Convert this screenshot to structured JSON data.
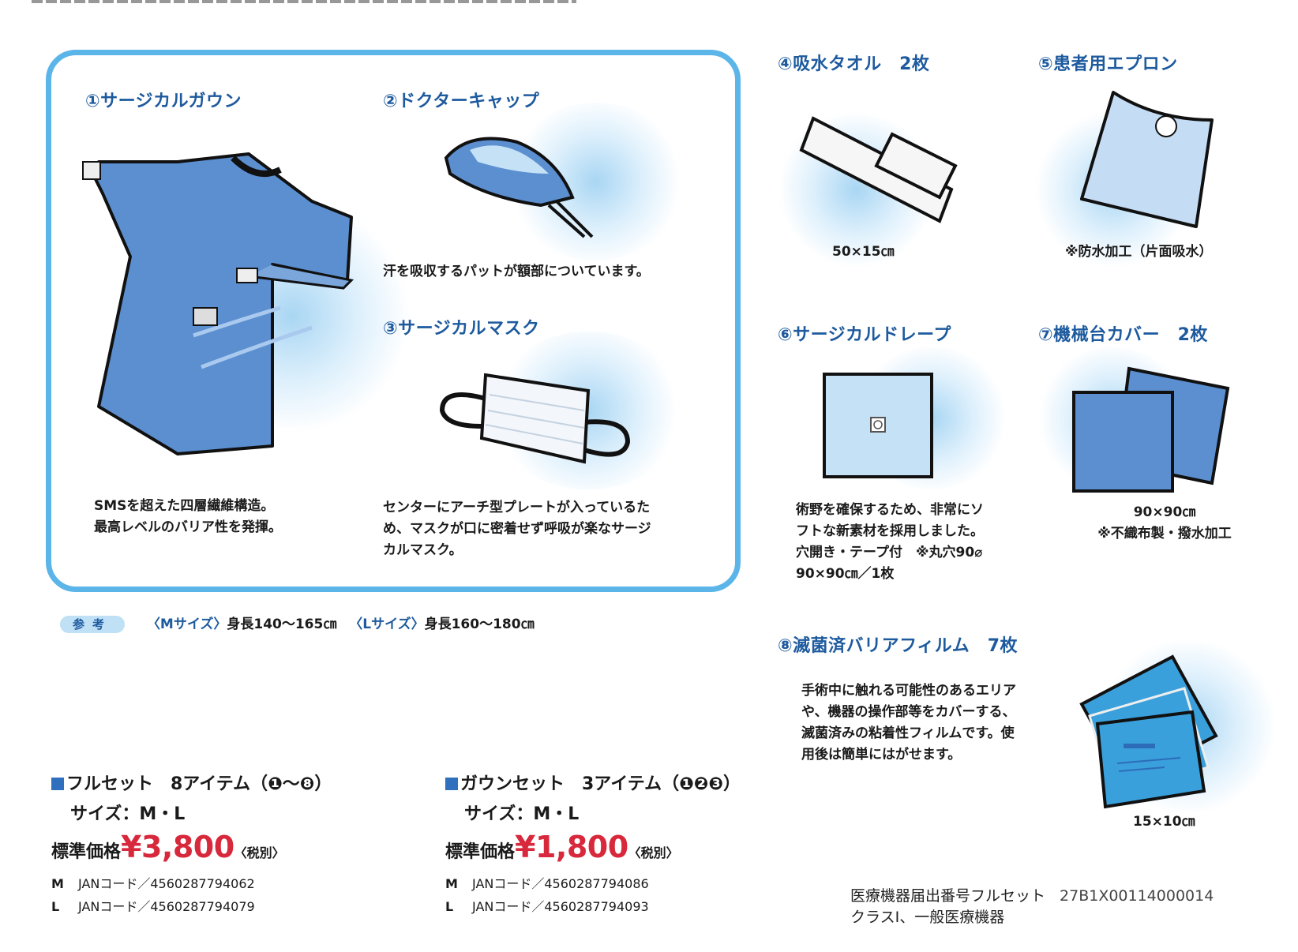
{
  "colors": {
    "heading": "#1d5a9e",
    "frame": "#5cb5e8",
    "price": "#d8283c",
    "item_blue": "#5b8fd0",
    "light_blue": "#c4e1f6"
  },
  "items": [
    {
      "heading": "①サージカルガウン",
      "desc": [
        "SMSを超えた四層繊維構造。",
        "最高レベルのバリア性を発揮。"
      ]
    },
    {
      "heading": "②ドクターキャップ",
      "desc": [
        "汗を吸収するパットが額部についています。"
      ]
    },
    {
      "heading": "③サージカルマスク",
      "desc": [
        "センターにアーチ型プレートが入っているた",
        "め、マスクが口に密着せず呼吸が楽なサージ",
        "カルマスク。"
      ]
    },
    {
      "heading": "④吸水タオル　2枚",
      "desc": [
        "50×15㎝"
      ]
    },
    {
      "heading": "⑤患者用エプロン",
      "desc": [
        "※防水加工（片面吸水）"
      ]
    },
    {
      "heading": "⑥サージカルドレープ",
      "desc": [
        "術野を確保するため、非常にソ",
        "フトな新素材を採用しました。",
        "穴開き・テープ付　※丸穴90⌀",
        "90×90㎝／1枚"
      ]
    },
    {
      "heading": "⑦機械台カバー　2枚",
      "desc": [
        "90×90㎝",
        "※不織布製・撥水加工"
      ]
    },
    {
      "heading": "⑧滅菌済バリアフィルム　7枚",
      "desc": [
        "手術中に触れる可能性のあるエリア",
        "や、機器の操作部等をカバーする、",
        "滅菌済みの粘着性フィルムです。使",
        "用後は簡単にはがせます。"
      ],
      "size": "15×10㎝"
    }
  ],
  "reference": {
    "badge": "参考",
    "m_label": "〈Mサイズ〉",
    "m_value": "身長140〜165㎝",
    "l_label": "〈Lサイズ〉",
    "l_value": "身長160〜180㎝"
  },
  "sets": [
    {
      "title": "フルセット　8アイテム（❶〜❽）",
      "size": "サイズ：M・L",
      "price_label": "標準価格",
      "price": "¥3,800",
      "tax": "〈税別〉",
      "jan": [
        {
          "size": "M",
          "code": "JANコード／4560287794062"
        },
        {
          "size": "L",
          "code": "JANコード／4560287794079"
        }
      ]
    },
    {
      "title": "ガウンセット　3アイテム（❶❷❸）",
      "size": "サイズ：M・L",
      "price_label": "標準価格",
      "price": "¥1,800",
      "tax": "〈税別〉",
      "jan": [
        {
          "size": "M",
          "code": "JANコード／4560287794086"
        },
        {
          "size": "L",
          "code": "JANコード／4560287794093"
        }
      ]
    }
  ],
  "registration": {
    "label": "医療機器届出番号フルセット",
    "number": "27B1X00114000014",
    "class": "クラスI、一般医療機器"
  }
}
